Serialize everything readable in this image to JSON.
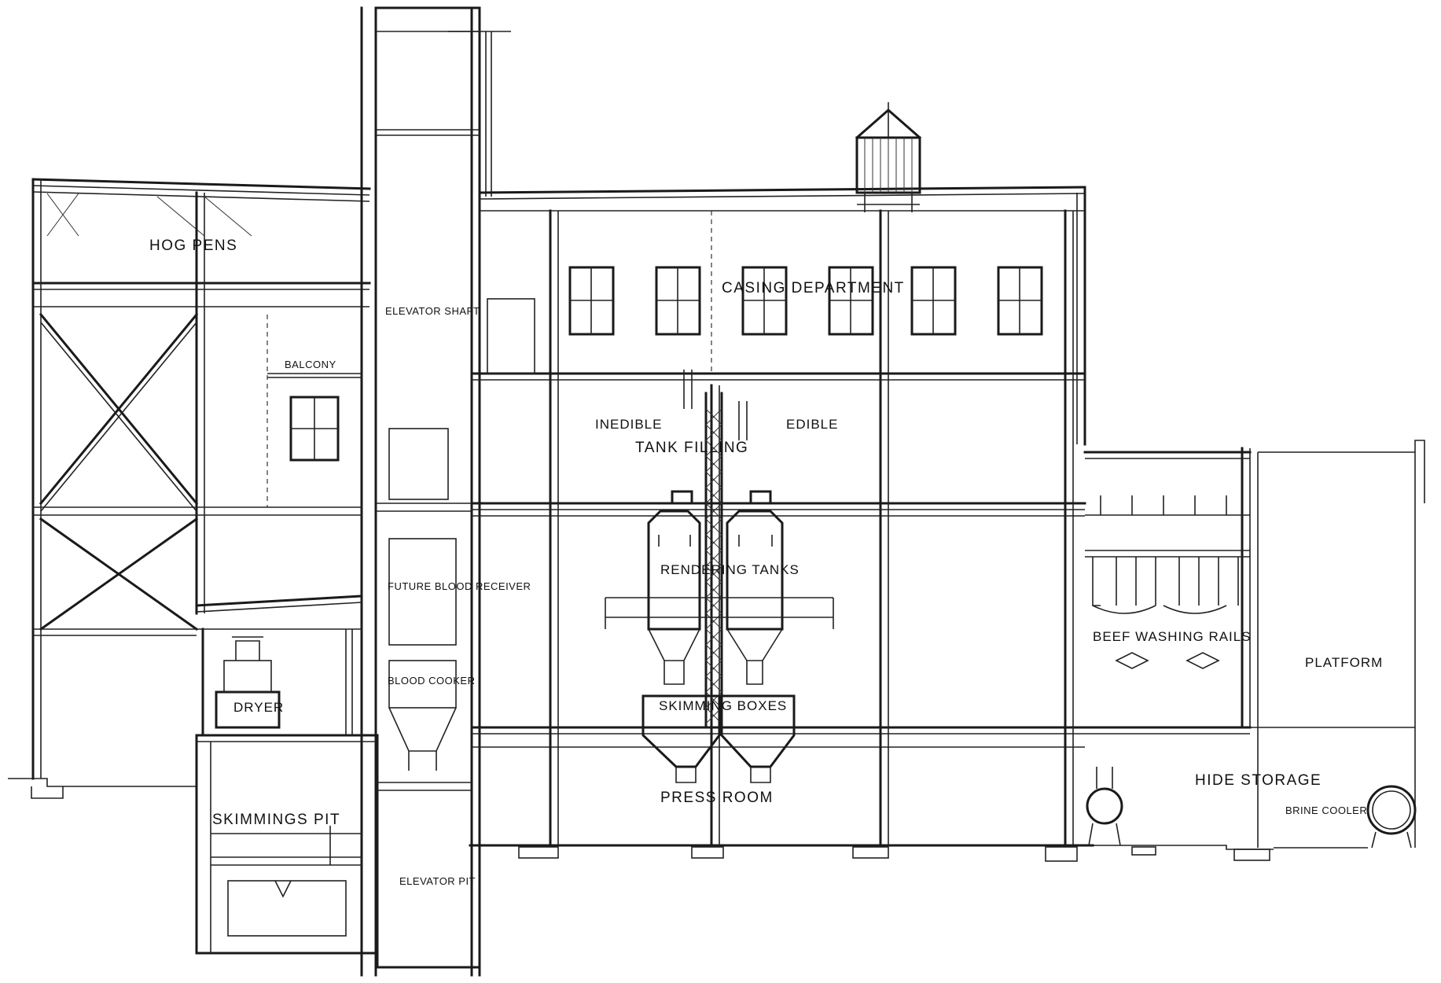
{
  "labels": {
    "hog_pens": "HOG PENS",
    "balcony": "BALCONY",
    "elevator_shaft": "ELEVATOR SHAFT",
    "casing_department": "CASING DEPARTMENT",
    "inedible": "INEDIBLE",
    "edible": "EDIBLE",
    "tank_filling": "TANK FILLING",
    "future_blood_receiver": "FUTURE BLOOD RECEIVER",
    "rendering_tanks": "RENDERING TANKS",
    "blood_cooker": "BLOOD COOKER",
    "dryer": "DRYER",
    "skimming_boxes": "SKIMMING BOXES",
    "beef_washing_rails": "BEEF WASHING RAILS",
    "platform": "PLATFORM",
    "skimmings_pit": "SKIMMINGS PIT",
    "press_room": "PRESS ROOM",
    "hide_storage": "HIDE STORAGE",
    "brine_cooler": "BRINE COOLER",
    "elevator_pit": "ELEVATOR PIT"
  },
  "colors": {
    "ink": "#1a1a1a",
    "paper": "#ffffff"
  }
}
